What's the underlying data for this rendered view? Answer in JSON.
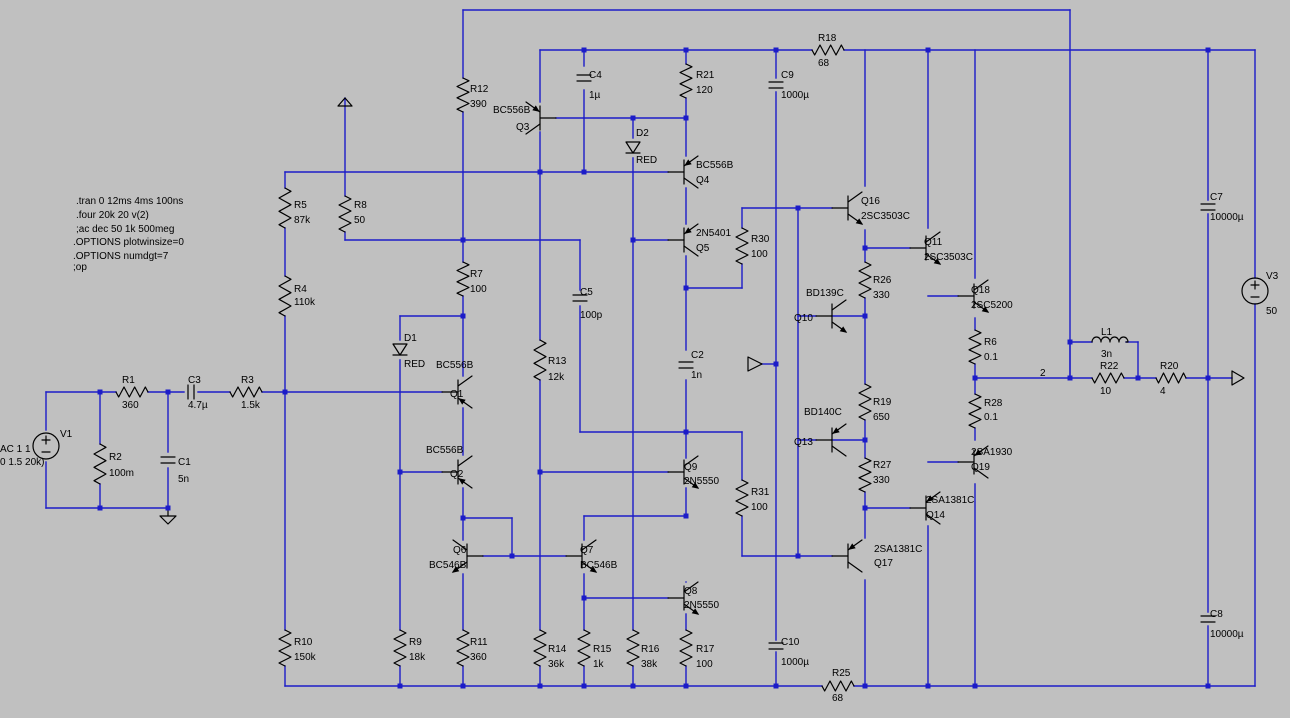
{
  "directives": [
    ".tran 0 12ms 4ms 100ns",
    ".four 20k 20 v(2)",
    ";ac dec 50 1k 500meg",
    ".OPTIONS plotwinsize=0",
    ".OPTIONS numdgt=7",
    ";op"
  ],
  "sources": {
    "V1": {
      "name": "V1",
      "value_line1": "AC 1 1",
      "value_line2": "0 1.5 20k)"
    },
    "V3": {
      "name": "V3",
      "value": "50"
    }
  },
  "resistors": {
    "R1": {
      "name": "R1",
      "value": "360"
    },
    "R2": {
      "name": "R2",
      "value": "100m"
    },
    "R3": {
      "name": "R3",
      "value": "1.5k"
    },
    "R4": {
      "name": "R4",
      "value": "110k"
    },
    "R5": {
      "name": "R5",
      "value": "87k"
    },
    "R6": {
      "name": "R6",
      "value": "0.1"
    },
    "R7": {
      "name": "R7",
      "value": "100"
    },
    "R8": {
      "name": "R8",
      "value": "50"
    },
    "R9": {
      "name": "R9",
      "value": "18k"
    },
    "R10": {
      "name": "R10",
      "value": "150k"
    },
    "R11": {
      "name": "R11",
      "value": "360"
    },
    "R12": {
      "name": "R12",
      "value": "390"
    },
    "R13": {
      "name": "R13",
      "value": "12k"
    },
    "R14": {
      "name": "R14",
      "value": "36k"
    },
    "R15": {
      "name": "R15",
      "value": "1k"
    },
    "R16": {
      "name": "R16",
      "value": "38k"
    },
    "R17": {
      "name": "R17",
      "value": "100"
    },
    "R18": {
      "name": "R18",
      "value": "68"
    },
    "R19": {
      "name": "R19",
      "value": "650"
    },
    "R20": {
      "name": "R20",
      "value": "4"
    },
    "R21": {
      "name": "R21",
      "value": "120"
    },
    "R22": {
      "name": "R22",
      "value": "10"
    },
    "R25": {
      "name": "R25",
      "value": "68"
    },
    "R26": {
      "name": "R26",
      "value": "330"
    },
    "R27": {
      "name": "R27",
      "value": "330"
    },
    "R28": {
      "name": "R28",
      "value": "0.1"
    },
    "R30": {
      "name": "R30",
      "value": "100"
    },
    "R31": {
      "name": "R31",
      "value": "100"
    }
  },
  "capacitors": {
    "C1": {
      "name": "C1",
      "value": "5n"
    },
    "C2": {
      "name": "C2",
      "value": "1n"
    },
    "C3": {
      "name": "C3",
      "value": "4.7µ"
    },
    "C4": {
      "name": "C4",
      "value": "1µ"
    },
    "C5": {
      "name": "C5",
      "value": "100p"
    },
    "C7": {
      "name": "C7",
      "value": "10000µ"
    },
    "C8": {
      "name": "C8",
      "value": "10000µ"
    },
    "C9": {
      "name": "C9",
      "value": "1000µ"
    },
    "C10": {
      "name": "C10",
      "value": "1000µ"
    }
  },
  "inductors": {
    "L1": {
      "name": "L1",
      "value": "3n"
    }
  },
  "diodes": {
    "D1": {
      "name": "D1",
      "value": "RED"
    },
    "D2": {
      "name": "D2",
      "value": "RED"
    }
  },
  "transistors": {
    "Q1": {
      "name": "Q1",
      "model": "BC556B"
    },
    "Q2": {
      "name": "Q2",
      "model": "BC556B"
    },
    "Q3": {
      "name": "Q3",
      "model": "BC556B"
    },
    "Q4": {
      "name": "Q4",
      "model": "BC556B"
    },
    "Q5": {
      "name": "Q5",
      "model": "2N5401"
    },
    "Q6": {
      "name": "Q6",
      "model": "BC546B"
    },
    "Q7": {
      "name": "Q7",
      "model": "BC546B"
    },
    "Q8": {
      "name": "Q8",
      "model": "2N5550"
    },
    "Q9": {
      "name": "Q9",
      "model": "2N5550"
    },
    "Q10": {
      "name": "Q10",
      "model": "BD139C"
    },
    "Q11": {
      "name": "Q11",
      "model": "2SC3503C"
    },
    "Q13": {
      "name": "Q13",
      "model": "BD140C"
    },
    "Q14": {
      "name": "Q14",
      "model": "2SA1381C"
    },
    "Q16": {
      "name": "Q16",
      "model": "2SC3503C"
    },
    "Q17": {
      "name": "Q17",
      "model": "2SA1381C"
    },
    "Q18": {
      "name": "Q18",
      "model": "2SC5200"
    },
    "Q19": {
      "name": "Q19",
      "model": "2SA1930"
    }
  },
  "net_labels": {
    "output": "2"
  },
  "colors": {
    "background": "#c0c0c0",
    "wire": "#1c1cc8",
    "component": "#000000"
  }
}
